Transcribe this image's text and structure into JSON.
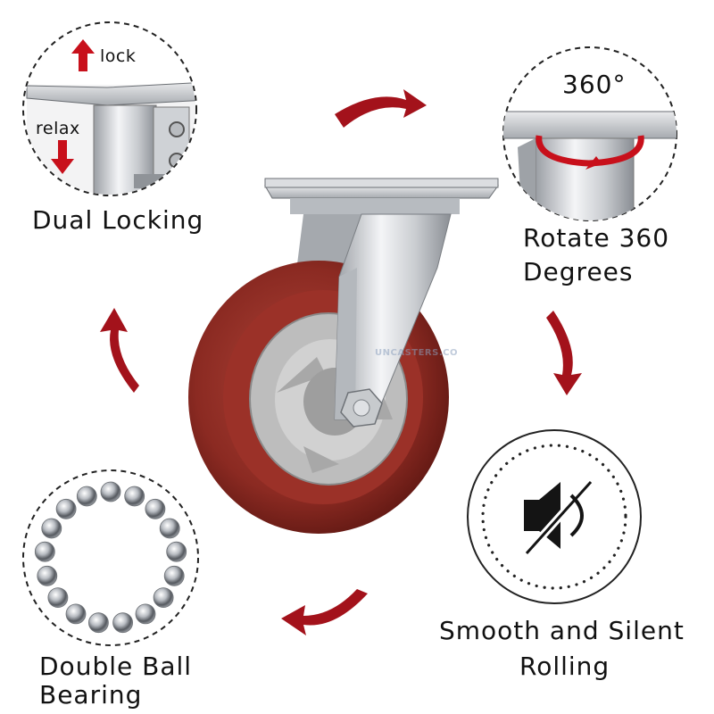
{
  "features": {
    "dual_locking": "Dual Locking",
    "rotate_line1": "Rotate 360",
    "rotate_line2": "Degrees",
    "smooth_line1": "Smooth and Silent",
    "smooth_line2": "Rolling",
    "ball_line1": "Double Ball",
    "ball_line2": "Bearing"
  },
  "callouts": {
    "lock": "lock",
    "relax": "relax",
    "degrees": "360°"
  },
  "watermark": "UNCASTERS.CO",
  "colors": {
    "wheel_tread": "#8e2a22",
    "hub": "#b9b9b9",
    "arrow_red": "#a3121b",
    "text": "#111111"
  },
  "icons": [
    "mute-speaker-icon",
    "up-arrow-icon",
    "down-arrow-icon",
    "cycle-arrow-icon"
  ]
}
